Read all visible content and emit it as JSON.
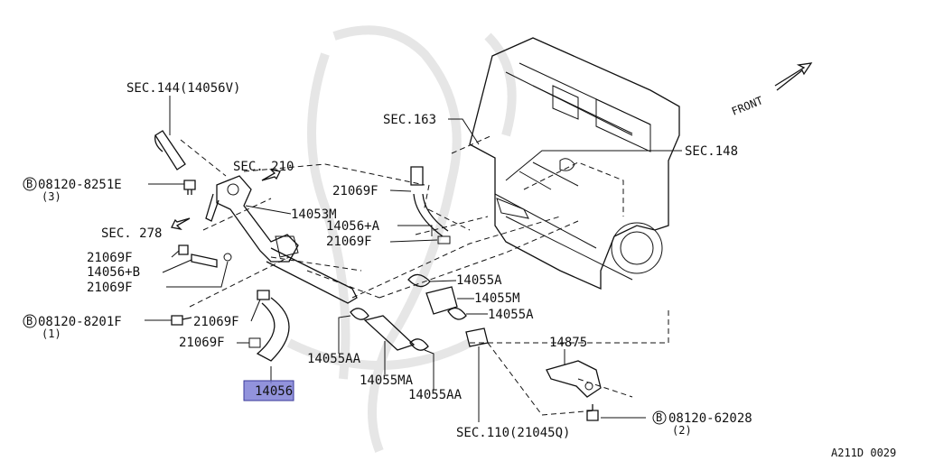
{
  "diagram": {
    "figure_code": "A211D 0029",
    "front_label": "FRONT",
    "callouts": {
      "sec144": "SEC.144(14056V)",
      "sec210": "SEC. 210",
      "sec278": "SEC. 278",
      "sec163": "SEC.163",
      "sec148": "SEC.148",
      "sec110": "SEC.110(21045Q)",
      "bolt1": "08120-8251E",
      "bolt1_qty": "(3)",
      "bolt2": "08120-8201F",
      "bolt2_qty": "(1)",
      "bolt3": "08120-62028",
      "bolt3_qty": "(2)",
      "bolt_symbol": "B",
      "p14053M": "14053M",
      "p21069F_a": "21069F",
      "p14056A": "14056+A",
      "p21069F_b": "21069F",
      "p21069F_c": "21069F",
      "p14056B": "14056+B",
      "p21069F_d": "21069F",
      "p21069F_e": "21069F",
      "p21069F_f": "21069F",
      "p14055A_a": "14055A",
      "p14055M": "14055M",
      "p14055A_b": "14055A",
      "p14055AA_a": "14055AA",
      "p14055MA": "14055MA",
      "p14055AA_b": "14055AA",
      "p14875": "14875",
      "p14056": "14056"
    },
    "highlight_color": "#7f80d6"
  }
}
